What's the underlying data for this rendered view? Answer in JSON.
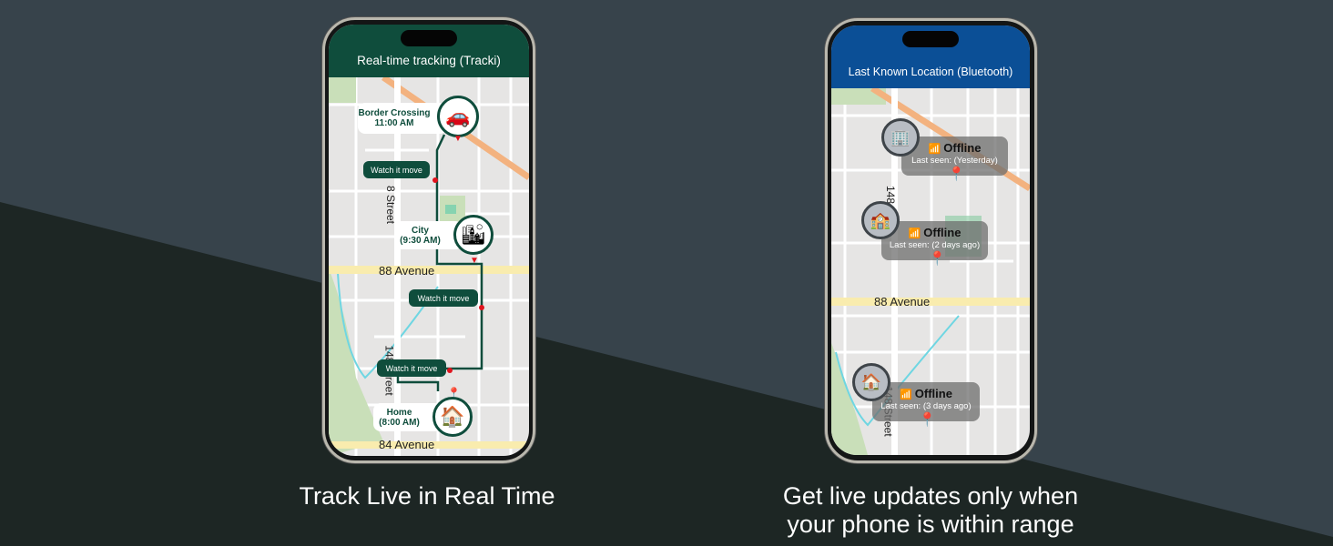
{
  "left_phone": {
    "header_title": "Real-time tracking (Tracki)",
    "header_color": "#0f4d3c",
    "stops": [
      {
        "label_line1": "Border Crossing",
        "label_line2": "11:00 AM",
        "icon": "border-crossing-icon"
      },
      {
        "label_line1": "City",
        "label_line2": "(9:30 AM)",
        "icon": "city-buildings-icon"
      },
      {
        "label_line1": "Home",
        "label_line2": "(8:00 AM)",
        "icon": "house-icon"
      }
    ],
    "bubbles": [
      "Watch it move",
      "Watch it move",
      "Watch it move"
    ],
    "streets": {
      "avenue_88": "88 Avenue",
      "avenue_84": "84 Avenue",
      "street_148_top": "8 Street",
      "street_148_bottom": "148 Street"
    }
  },
  "right_phone": {
    "header_title": "Last Known Location (Bluetooth)",
    "header_color": "#0b4f96",
    "cards": [
      {
        "status": "Offline",
        "last_seen": "Last seen: (Yesterday)",
        "icon": "city-buildings-icon"
      },
      {
        "status": "Offline",
        "last_seen": "Last seen: (2 days ago)",
        "icon": "school-building-icon"
      },
      {
        "status": "Offline",
        "last_seen": "Last seen: (3 days ago)",
        "icon": "house-icon"
      }
    ],
    "streets": {
      "avenue_88": "88 Avenue",
      "street_148_top": "148",
      "street_148_bottom": "148 Street"
    }
  },
  "captions": {
    "left": "Track Live in Real Time",
    "right_line1": "Get live updates only when",
    "right_line2": "your phone is within range"
  },
  "colors": {
    "offline_red": "#e0141e",
    "route_green": "#0f4d3c"
  }
}
